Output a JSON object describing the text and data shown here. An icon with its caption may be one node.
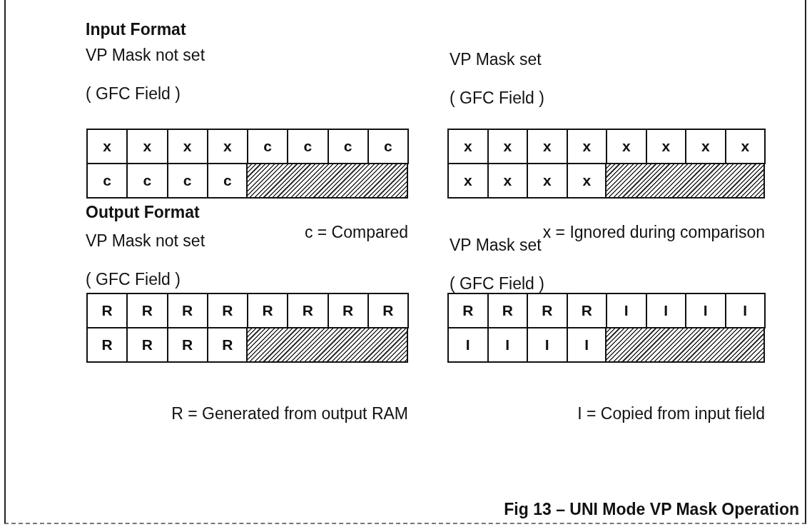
{
  "diagram": {
    "caption": "Fig 13 – UNI Mode VP Mask Operation",
    "nodes": [
      {
        "text": [],
        "shape": "box"
      },
      {
        "text": [],
        "shape": "box"
      },
      {
        "text": [],
        "shape": "box"
      },
      {
        "text": [],
        "shape": "box"
      }
    ],
    "labels": [
      "Input Format",
      "VP Mask not set",
      "( GFC Field )",
      "x",
      "x",
      "x",
      "x",
      "c",
      "c",
      "c",
      "c",
      "c",
      "c",
      "c",
      "c",
      "c = Compared",
      "VP Mask set",
      "( GFC Field )",
      "x",
      "x",
      "x",
      "x",
      "x",
      "x",
      "x",
      "x",
      "x",
      "x",
      "x",
      "x",
      "x = Ignored during comparison",
      "Output Format",
      "VP Mask not set",
      "( GFC Field )",
      "R",
      "R",
      "R",
      "R",
      "R",
      "R",
      "R",
      "R",
      "R",
      "R",
      "R",
      "R",
      "R = Generated from output RAM",
      "VP Mask set",
      "( GFC Field )",
      "R",
      "R",
      "R",
      "R",
      "I",
      "I",
      "I",
      "I",
      "I",
      "I",
      "I",
      "I",
      "I = Copied from input field"
    ]
  }
}
